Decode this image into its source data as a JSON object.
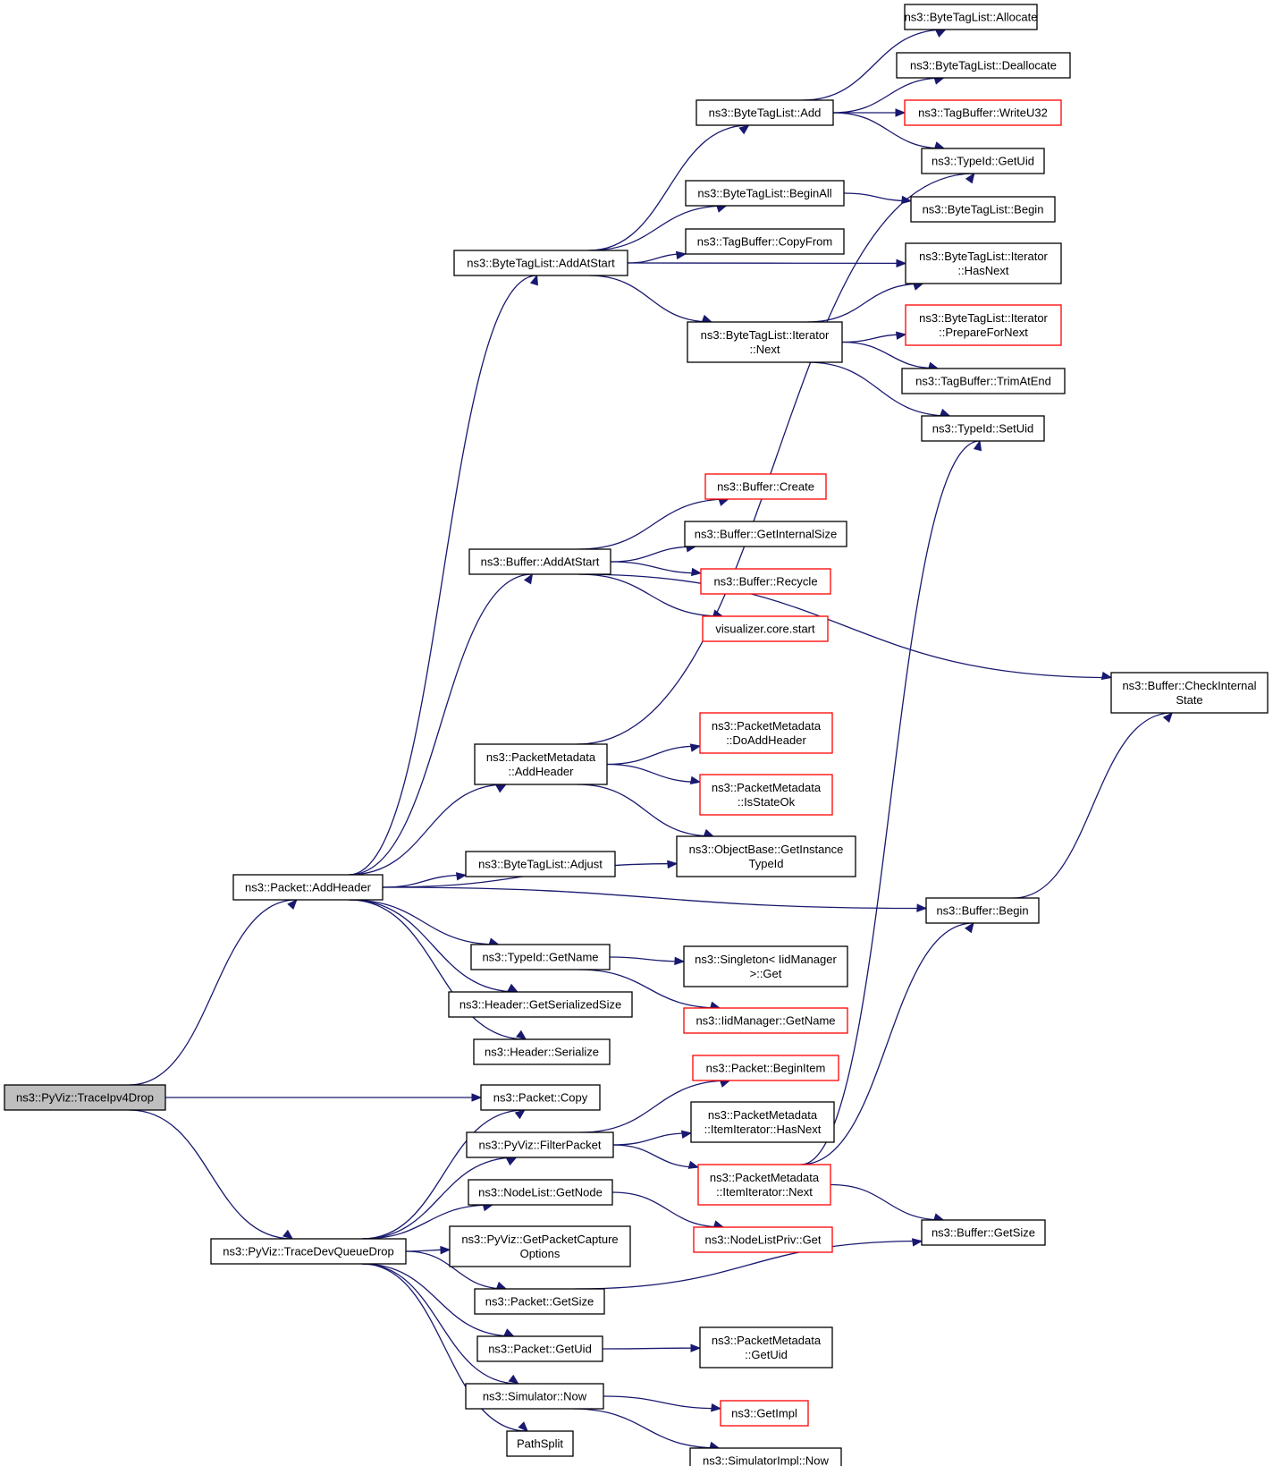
{
  "colors": {
    "edge": "#191970",
    "border": "#000000",
    "incomplete_border": "#ff0000",
    "root_fill": "#bfbfbf"
  },
  "nodes": [
    {
      "id": "traceipv4drop",
      "lines": [
        "ns3::PyViz::TraceIpv4Drop"
      ],
      "style": "root"
    },
    {
      "id": "packet_addheader",
      "lines": [
        "ns3::Packet::AddHeader"
      ]
    },
    {
      "id": "tracedevqueuedrop",
      "lines": [
        "ns3::PyViz::TraceDevQueueDrop"
      ]
    },
    {
      "id": "packet_copy",
      "lines": [
        "ns3::Packet::Copy"
      ]
    },
    {
      "id": "bytetaglist_addatstart",
      "lines": [
        "ns3::ByteTagList::AddAtStart"
      ]
    },
    {
      "id": "buffer_addatstart",
      "lines": [
        "ns3::Buffer::AddAtStart"
      ]
    },
    {
      "id": "packetmetadata_addheader",
      "lines": [
        "ns3::PacketMetadata",
        "::AddHeader"
      ]
    },
    {
      "id": "bytetaglist_adjust",
      "lines": [
        "ns3::ByteTagList::Adjust"
      ]
    },
    {
      "id": "typeid_getname",
      "lines": [
        "ns3::TypeId::GetName"
      ]
    },
    {
      "id": "header_getserializedsize",
      "lines": [
        "ns3::Header::GetSerializedSize"
      ]
    },
    {
      "id": "header_serialize",
      "lines": [
        "ns3::Header::Serialize"
      ]
    },
    {
      "id": "pyviz_filterpacket",
      "lines": [
        "ns3::PyViz::FilterPacket"
      ]
    },
    {
      "id": "nodelist_getnode",
      "lines": [
        "ns3::NodeList::GetNode"
      ]
    },
    {
      "id": "pyviz_getpacketcaptureoptions",
      "lines": [
        "ns3::PyViz::GetPacketCapture",
        "Options"
      ]
    },
    {
      "id": "packet_getsize",
      "lines": [
        "ns3::Packet::GetSize"
      ]
    },
    {
      "id": "packet_getuid",
      "lines": [
        "ns3::Packet::GetUid"
      ]
    },
    {
      "id": "simulator_now",
      "lines": [
        "ns3::Simulator::Now"
      ]
    },
    {
      "id": "pathsplit",
      "lines": [
        "PathSplit"
      ]
    },
    {
      "id": "bytetaglist_add",
      "lines": [
        "ns3::ByteTagList::Add"
      ]
    },
    {
      "id": "bytetaglist_beginall",
      "lines": [
        "ns3::ByteTagList::BeginAll"
      ]
    },
    {
      "id": "tagbuffer_copyfrom",
      "lines": [
        "ns3::TagBuffer::CopyFrom"
      ]
    },
    {
      "id": "bytetaglist_iterator_next",
      "lines": [
        "ns3::ByteTagList::Iterator",
        "::Next"
      ]
    },
    {
      "id": "buffer_create",
      "lines": [
        "ns3::Buffer::Create"
      ],
      "style": "incomplete"
    },
    {
      "id": "buffer_getinternalsize",
      "lines": [
        "ns3::Buffer::GetInternalSize"
      ]
    },
    {
      "id": "buffer_recycle",
      "lines": [
        "ns3::Buffer::Recycle"
      ],
      "style": "incomplete"
    },
    {
      "id": "visualizer_core_start",
      "lines": [
        "visualizer.core.start"
      ],
      "style": "incomplete"
    },
    {
      "id": "packetmetadata_doaddheader",
      "lines": [
        "ns3::PacketMetadata",
        "::DoAddHeader"
      ],
      "style": "incomplete"
    },
    {
      "id": "packetmetadata_isstateok",
      "lines": [
        "ns3::PacketMetadata",
        "::IsStateOk"
      ],
      "style": "incomplete"
    },
    {
      "id": "objectbase_getinstancetypeid",
      "lines": [
        "ns3::ObjectBase::GetInstance",
        "TypeId"
      ]
    },
    {
      "id": "singleton_iidmanager_get",
      "lines": [
        "ns3::Singleton< IidManager",
        ">::Get"
      ]
    },
    {
      "id": "iidmanager_getname",
      "lines": [
        "ns3::IidManager::GetName"
      ],
      "style": "incomplete"
    },
    {
      "id": "packet_beginitem",
      "lines": [
        "ns3::Packet::BeginItem"
      ],
      "style": "incomplete"
    },
    {
      "id": "packetmetadata_itemiterator_hasnext",
      "lines": [
        "ns3::PacketMetadata",
        "::ItemIterator::HasNext"
      ]
    },
    {
      "id": "packetmetadata_itemiterator_next",
      "lines": [
        "ns3::PacketMetadata",
        "::ItemIterator::Next"
      ],
      "style": "incomplete"
    },
    {
      "id": "nodelistpriv_get",
      "lines": [
        "ns3::NodeListPriv::Get"
      ],
      "style": "incomplete"
    },
    {
      "id": "packetmetadata_getuid",
      "lines": [
        "ns3::PacketMetadata",
        "::GetUid"
      ]
    },
    {
      "id": "ns3_getimpl",
      "lines": [
        "ns3::GetImpl"
      ],
      "style": "incomplete"
    },
    {
      "id": "simulatorimpl_now",
      "lines": [
        "ns3::SimulatorImpl::Now"
      ]
    },
    {
      "id": "bytetaglist_allocate",
      "lines": [
        "ns3::ByteTagList::Allocate"
      ]
    },
    {
      "id": "bytetaglist_deallocate",
      "lines": [
        "ns3::ByteTagList::Deallocate"
      ]
    },
    {
      "id": "tagbuffer_writeu32",
      "lines": [
        "ns3::TagBuffer::WriteU32"
      ],
      "style": "incomplete"
    },
    {
      "id": "typeid_getuid",
      "lines": [
        "ns3::TypeId::GetUid"
      ]
    },
    {
      "id": "bytetaglist_begin",
      "lines": [
        "ns3::ByteTagList::Begin"
      ]
    },
    {
      "id": "bytetaglist_iterator_hasnext",
      "lines": [
        "ns3::ByteTagList::Iterator",
        "::HasNext"
      ]
    },
    {
      "id": "bytetaglist_iterator_preparefornext",
      "lines": [
        "ns3::ByteTagList::Iterator",
        "::PrepareForNext"
      ],
      "style": "incomplete"
    },
    {
      "id": "tagbuffer_trimatend",
      "lines": [
        "ns3::TagBuffer::TrimAtEnd"
      ]
    },
    {
      "id": "typeid_setuid",
      "lines": [
        "ns3::TypeId::SetUid"
      ]
    },
    {
      "id": "buffer_checkinternalstate",
      "lines": [
        "ns3::Buffer::CheckInternal",
        "State"
      ]
    },
    {
      "id": "buffer_begin",
      "lines": [
        "ns3::Buffer::Begin"
      ]
    },
    {
      "id": "buffer_getsize",
      "lines": [
        "ns3::Buffer::GetSize"
      ]
    }
  ],
  "edges": [
    [
      "traceipv4drop",
      "packet_addheader"
    ],
    [
      "traceipv4drop",
      "packet_copy"
    ],
    [
      "traceipv4drop",
      "tracedevqueuedrop"
    ],
    [
      "packet_addheader",
      "bytetaglist_addatstart"
    ],
    [
      "packet_addheader",
      "buffer_addatstart"
    ],
    [
      "packet_addheader",
      "packetmetadata_addheader"
    ],
    [
      "packet_addheader",
      "objectbase_getinstancetypeid"
    ],
    [
      "packet_addheader",
      "bytetaglist_adjust"
    ],
    [
      "packet_addheader",
      "buffer_begin"
    ],
    [
      "packet_addheader",
      "typeid_getname"
    ],
    [
      "packet_addheader",
      "header_getserializedsize"
    ],
    [
      "packet_addheader",
      "header_serialize"
    ],
    [
      "tracedevqueuedrop",
      "packet_copy"
    ],
    [
      "tracedevqueuedrop",
      "pyviz_filterpacket"
    ],
    [
      "tracedevqueuedrop",
      "nodelist_getnode"
    ],
    [
      "tracedevqueuedrop",
      "pyviz_getpacketcaptureoptions"
    ],
    [
      "tracedevqueuedrop",
      "packet_getsize"
    ],
    [
      "tracedevqueuedrop",
      "packet_getuid"
    ],
    [
      "tracedevqueuedrop",
      "simulator_now"
    ],
    [
      "tracedevqueuedrop",
      "pathsplit"
    ],
    [
      "bytetaglist_addatstart",
      "bytetaglist_add"
    ],
    [
      "bytetaglist_addatstart",
      "bytetaglist_beginall"
    ],
    [
      "bytetaglist_addatstart",
      "tagbuffer_copyfrom"
    ],
    [
      "bytetaglist_addatstart",
      "bytetaglist_iterator_hasnext"
    ],
    [
      "bytetaglist_addatstart",
      "bytetaglist_iterator_next"
    ],
    [
      "bytetaglist_add",
      "bytetaglist_allocate"
    ],
    [
      "bytetaglist_add",
      "bytetaglist_deallocate"
    ],
    [
      "bytetaglist_add",
      "tagbuffer_writeu32"
    ],
    [
      "bytetaglist_add",
      "typeid_getuid"
    ],
    [
      "bytetaglist_beginall",
      "bytetaglist_begin"
    ],
    [
      "bytetaglist_iterator_next",
      "bytetaglist_iterator_hasnext"
    ],
    [
      "bytetaglist_iterator_next",
      "bytetaglist_iterator_preparefornext"
    ],
    [
      "bytetaglist_iterator_next",
      "tagbuffer_trimatend"
    ],
    [
      "bytetaglist_iterator_next",
      "typeid_setuid"
    ],
    [
      "buffer_addatstart",
      "buffer_create"
    ],
    [
      "buffer_addatstart",
      "buffer_getinternalsize"
    ],
    [
      "buffer_addatstart",
      "buffer_recycle"
    ],
    [
      "buffer_addatstart",
      "visualizer_core_start"
    ],
    [
      "buffer_addatstart",
      "buffer_checkinternalstate"
    ],
    [
      "packetmetadata_addheader",
      "packetmetadata_doaddheader"
    ],
    [
      "packetmetadata_addheader",
      "packetmetadata_isstateok"
    ],
    [
      "packetmetadata_addheader",
      "objectbase_getinstancetypeid"
    ],
    [
      "packetmetadata_addheader",
      "typeid_getuid"
    ],
    [
      "typeid_getname",
      "singleton_iidmanager_get"
    ],
    [
      "typeid_getname",
      "iidmanager_getname"
    ],
    [
      "pyviz_filterpacket",
      "packet_beginitem"
    ],
    [
      "pyviz_filterpacket",
      "packetmetadata_itemiterator_hasnext"
    ],
    [
      "pyviz_filterpacket",
      "packetmetadata_itemiterator_next"
    ],
    [
      "packetmetadata_itemiterator_next",
      "buffer_begin"
    ],
    [
      "packetmetadata_itemiterator_next",
      "buffer_getsize"
    ],
    [
      "packetmetadata_itemiterator_next",
      "typeid_setuid"
    ],
    [
      "nodelist_getnode",
      "nodelistpriv_get"
    ],
    [
      "packet_getsize",
      "buffer_getsize"
    ],
    [
      "packet_getuid",
      "packetmetadata_getuid"
    ],
    [
      "simulator_now",
      "ns3_getimpl"
    ],
    [
      "simulator_now",
      "simulatorimpl_now"
    ],
    [
      "buffer_begin",
      "buffer_checkinternalstate"
    ]
  ]
}
